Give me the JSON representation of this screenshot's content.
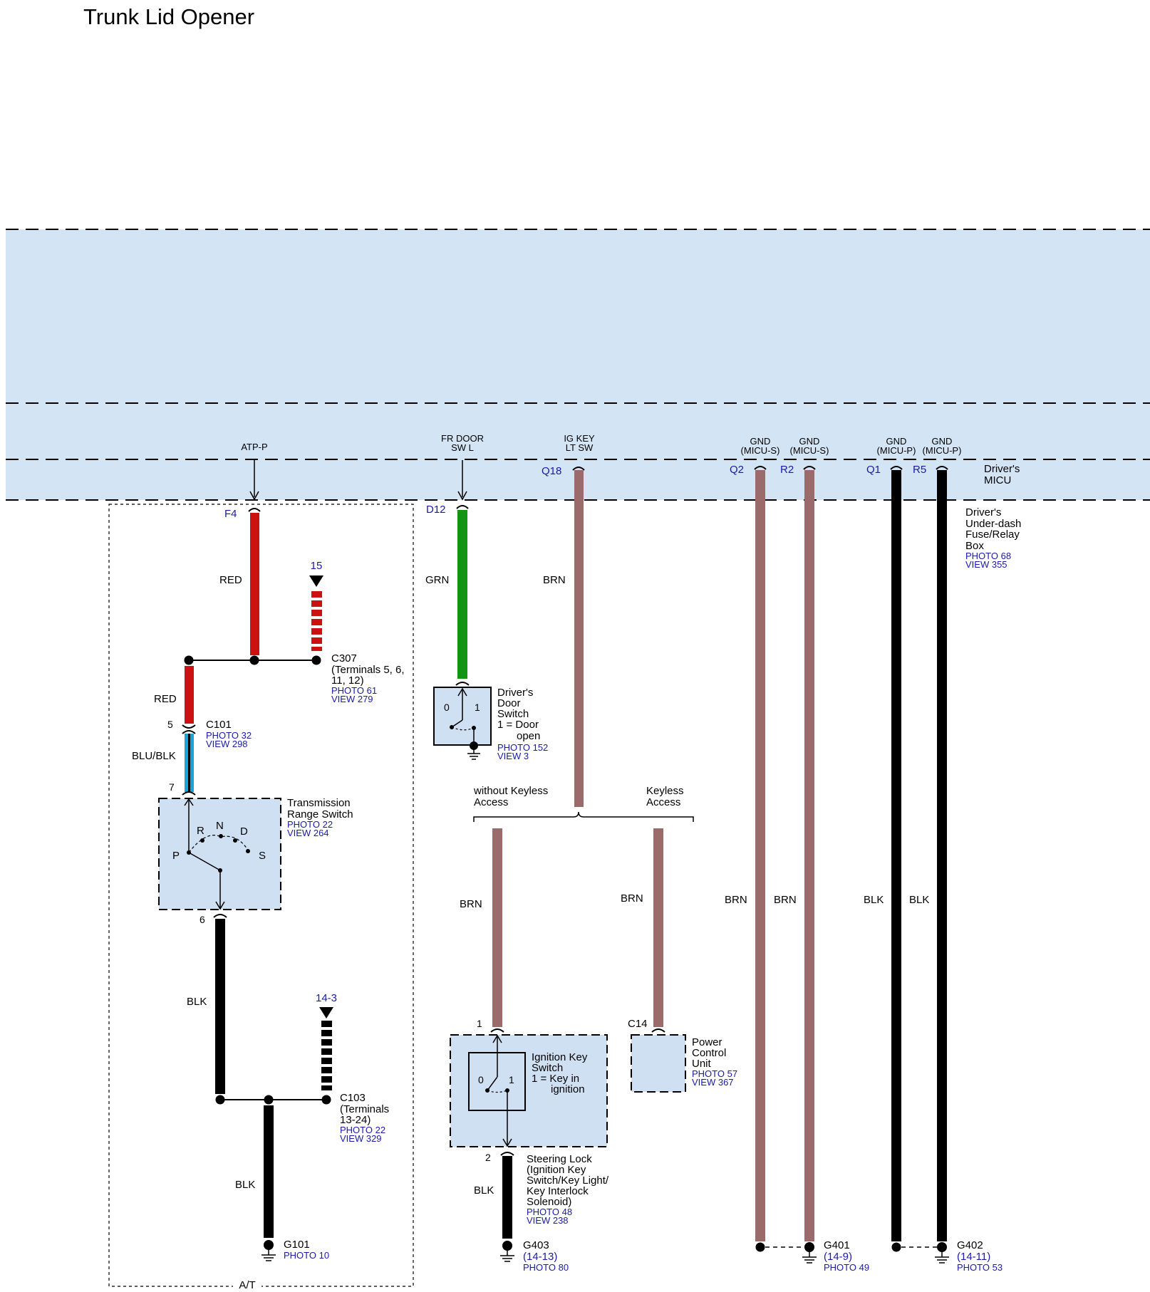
{
  "title": "Trunk Lid Opener",
  "colors": {
    "band": "#d3e4f5",
    "red": "#cc1111",
    "green": "#149414",
    "brown": "#9b6b6b",
    "black": "#000000",
    "blue_text": "#1a1aa8",
    "component_fill": "#cfe0f3"
  },
  "micu": {
    "name": [
      "Driver's",
      "MICU"
    ],
    "box": [
      "Driver's",
      "Under-dash",
      "Fuse/Relay",
      "Box"
    ],
    "photo": "PHOTO 68",
    "view": "VIEW 355",
    "signals": {
      "atp_p": "ATP-P",
      "fr_door": [
        "FR DOOR",
        "SW L"
      ],
      "ig_key": [
        "IG KEY",
        "LT SW"
      ],
      "gnd_s1": [
        "GND",
        "(MICU-S)"
      ],
      "gnd_s2": [
        "GND",
        "(MICU-S)"
      ],
      "gnd_p1": [
        "GND",
        "(MICU-P)"
      ],
      "gnd_p2": [
        "GND",
        "(MICU-P)"
      ]
    },
    "pins": {
      "f4": "F4",
      "d12": "D12",
      "q18": "Q18",
      "q2": "Q2",
      "r2": "R2",
      "q1": "Q1",
      "r5": "R5"
    }
  },
  "wires": {
    "red": "RED",
    "blu_blk": "BLU/BLK",
    "blk": "BLK",
    "grn": "GRN",
    "brn": "BRN"
  },
  "refs": {
    "r15": "15",
    "r14_3": "14-3"
  },
  "c307": {
    "label": [
      "C307",
      "(Terminals 5, 6,",
      "11, 12)"
    ],
    "photo": "PHOTO 61",
    "view": "VIEW 279"
  },
  "c101": {
    "label": "C101",
    "photo": "PHOTO 32",
    "view": "VIEW 298",
    "pin_top": "5",
    "pin_bottom": "7"
  },
  "trs": {
    "label": [
      "Transmission",
      "Range Switch"
    ],
    "photo": "PHOTO 22",
    "view": "VIEW 264",
    "positions": {
      "p": "P",
      "r": "R",
      "n": "N",
      "d": "D",
      "s": "S"
    },
    "pin_out": "6"
  },
  "c103": {
    "label": [
      "C103",
      "(Terminals",
      "13-24)"
    ],
    "photo": "PHOTO 22",
    "view": "VIEW 329"
  },
  "g101": {
    "label": "G101",
    "photo": "PHOTO 10"
  },
  "at_label": "A/T",
  "door_switch": {
    "label": [
      "Driver's",
      "Door",
      "Switch",
      "1 = Door",
      "open"
    ],
    "photo": "PHOTO 152",
    "view": "VIEW 3",
    "state0": "0",
    "state1": "1"
  },
  "branches": {
    "without": [
      "without Keyless",
      "Access"
    ],
    "with": [
      "Keyless",
      "Access"
    ]
  },
  "ignition": {
    "pin_top": "1",
    "pin_bottom": "2",
    "switch_label": [
      "Ignition Key",
      "Switch",
      "1 = Key in",
      "ignition"
    ],
    "state0": "0",
    "state1": "1",
    "label": [
      "Steering Lock",
      "(Ignition Key",
      "Switch/Key Light/",
      "Key Interlock",
      "Solenoid)"
    ],
    "photo": "PHOTO 48",
    "view": "VIEW 238"
  },
  "pcu": {
    "pin": "C14",
    "label": [
      "Power",
      "Control",
      "Unit"
    ],
    "photo": "PHOTO 57",
    "view": "VIEW 367"
  },
  "g403": {
    "label": "G403",
    "ref": "(14-13)",
    "photo": "PHOTO 80"
  },
  "g401": {
    "label": "G401",
    "ref": "(14-9)",
    "photo": "PHOTO 49"
  },
  "g402": {
    "label": "G402",
    "ref": "(14-11)",
    "photo": "PHOTO 53"
  }
}
